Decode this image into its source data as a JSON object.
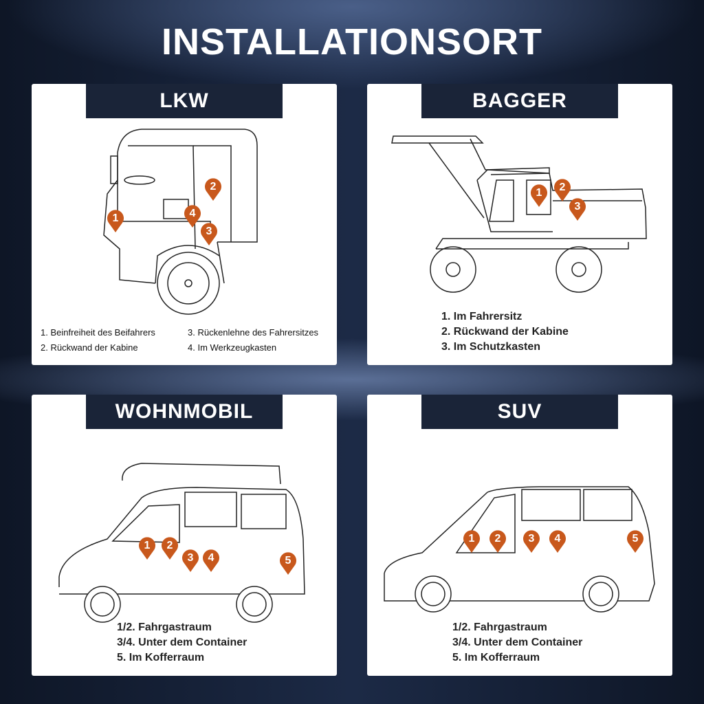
{
  "title": "INSTALLATIONSORT",
  "accent_color": "#c8581c",
  "panels": [
    {
      "label": "LKW",
      "pins": [
        "1",
        "2",
        "3",
        "4"
      ],
      "legend": [
        "1. Beinfreiheit des Beifahrers",
        "2. Rückwand der Kabine",
        "3. Rückenlehne des Fahrersitzes",
        "4. Im Werkzeugkasten"
      ]
    },
    {
      "label": "BAGGER",
      "pins": [
        "1",
        "2",
        "3"
      ],
      "legend": [
        "1. Im Fahrersitz",
        "2. Rückwand der Kabine",
        "3. Im Schutzkasten"
      ]
    },
    {
      "label": "WOHNMOBIL",
      "pins": [
        "1",
        "2",
        "3",
        "4",
        "5"
      ],
      "legend": [
        "1/2. Fahrgastraum",
        "3/4. Unter dem Container",
        "5. Im Kofferraum"
      ]
    },
    {
      "label": "SUV",
      "pins": [
        "1",
        "2",
        "3",
        "4",
        "5"
      ],
      "legend": [
        "1/2. Fahrgastraum",
        "3/4. Unter dem Container",
        "5. Im Kofferraum"
      ]
    }
  ]
}
